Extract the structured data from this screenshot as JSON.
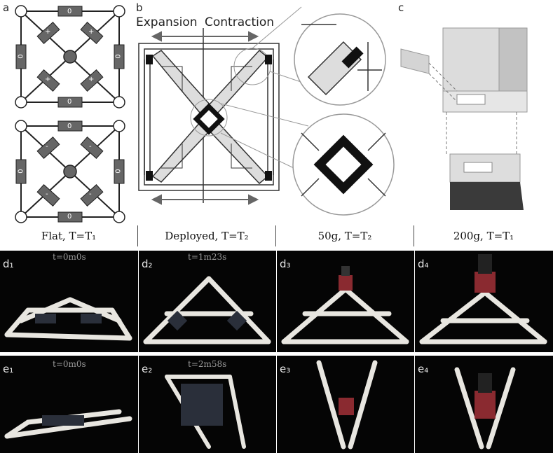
{
  "panels": {
    "a": "a",
    "b": "b",
    "c": "c"
  },
  "diagram_a": {
    "edge_value": "0",
    "top_sign": "+",
    "bottom_sign": "-"
  },
  "diagram_b": {
    "expansion": "Expansion",
    "contraction": "Contraction"
  },
  "captions": [
    {
      "label": "Flat, T=T₁"
    },
    {
      "label": "Deployed, T=T₂"
    },
    {
      "label": "50g, T=T₂"
    },
    {
      "label": "200g, T=T₁"
    }
  ],
  "row_d": [
    {
      "id": "d₁",
      "time": "t=0m0s"
    },
    {
      "id": "d₂",
      "time": "t=1m23s"
    },
    {
      "id": "d₃",
      "time": ""
    },
    {
      "id": "d₄",
      "time": ""
    }
  ],
  "row_e": [
    {
      "id": "e₁",
      "time": "t=0m0s"
    },
    {
      "id": "e₂",
      "time": "t=2m58s"
    },
    {
      "id": "e₃",
      "time": ""
    },
    {
      "id": "e₄",
      "time": ""
    }
  ]
}
